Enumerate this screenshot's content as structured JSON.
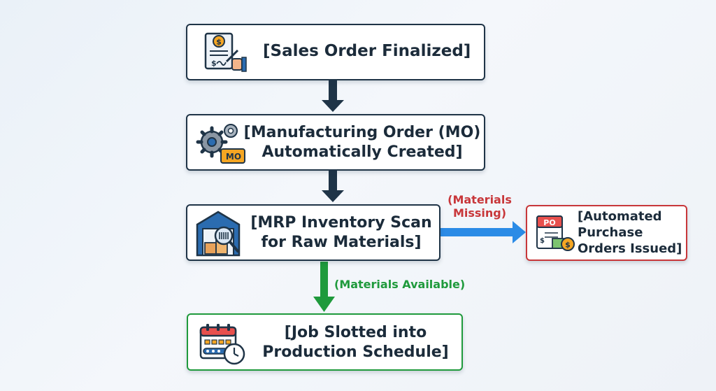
{
  "nodes": {
    "sales_order": {
      "label": "[Sales Order Finalized]",
      "icon": "signed-invoice-icon"
    },
    "manufacturing_order": {
      "line1": "[Manufacturing Order (MO)",
      "line2": "Automatically Created]",
      "icon": "gears-mo-tag-icon",
      "tag": "MO"
    },
    "mrp_scan": {
      "line1": "[MRP Inventory Scan",
      "line2": "for Raw Materials]",
      "icon": "warehouse-scan-icon"
    },
    "purchase_orders": {
      "line1": "[Automated",
      "line2": "Purchase",
      "line3": "Orders Issued]",
      "icon": "purchase-order-icon",
      "tag": "PO"
    },
    "production_schedule": {
      "line1": "[Job Slotted into",
      "line2": "Production Schedule]",
      "icon": "calendar-clock-icon"
    }
  },
  "edges": {
    "materials_missing": {
      "line1": "(Materials",
      "line2": "Missing)"
    },
    "materials_available": {
      "label": "(Materials Available)"
    }
  },
  "colors": {
    "dark_arrow": "#1f3447",
    "blue_arrow": "#2b8be6",
    "green": "#1f9a3c",
    "red": "#c8373a"
  }
}
